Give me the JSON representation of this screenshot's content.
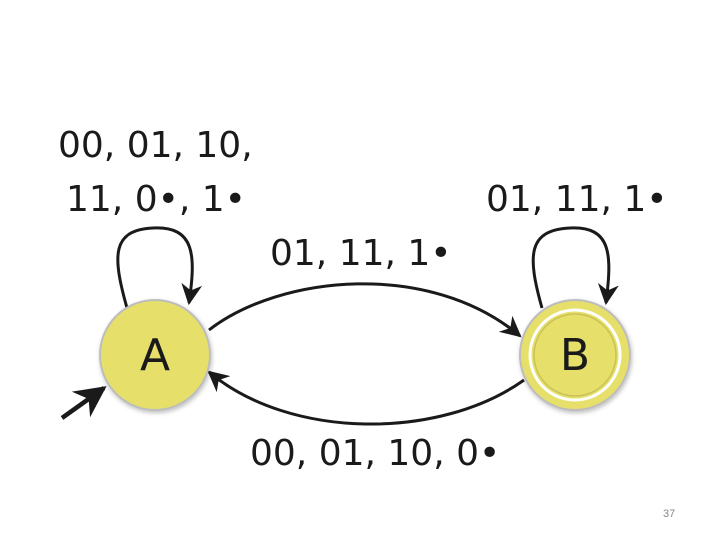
{
  "states": [
    {
      "name": "A",
      "accepting": false,
      "start": true
    },
    {
      "name": "B",
      "accepting": true,
      "start": false
    }
  ],
  "transitions": {
    "a_self_loop": {
      "line1": "00, 01, 10,",
      "line2": "11, 0•, 1•"
    },
    "b_self_loop": "01, 11, 1•",
    "a_to_b": "01, 11, 1•",
    "b_to_a": "00, 01, 10, 0•"
  },
  "colors": {
    "state_fill": "#e6df6a",
    "state_stroke": "#bdbdbd",
    "edge": "#1a1a1a"
  },
  "page_number": "37"
}
